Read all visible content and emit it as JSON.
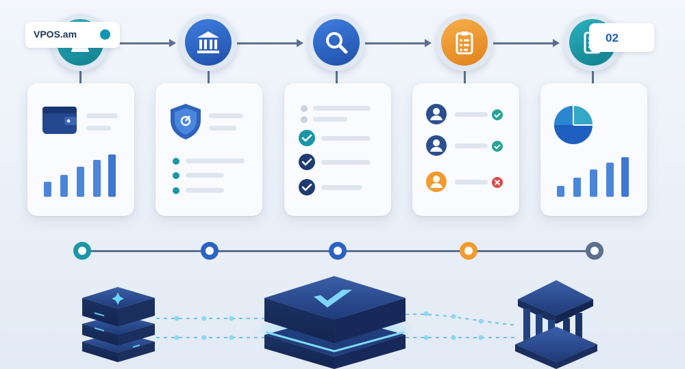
{
  "badges": {
    "brand": "VPOS.am",
    "number": "02"
  },
  "colors": {
    "teal": "#1a96a8",
    "blue": "#2b63c4",
    "orange": "#f29a2e",
    "dark_navy": "#1f3b73",
    "connector": "#5c6f8e",
    "accent_green": "#2aa397",
    "accent_red": "#e04848",
    "timeline_end": "#5c6f8e"
  },
  "steps": [
    {
      "icon": "user-icon",
      "color": "#1a96a8"
    },
    {
      "icon": "bank-icon",
      "color": "#2b63c4"
    },
    {
      "icon": "magnifier-icon",
      "color": "#2b63c4"
    },
    {
      "icon": "clipboard-icon",
      "color": "#f29a2e"
    },
    {
      "icon": "document-icon",
      "color": "#1a96a8"
    }
  ],
  "cards": [
    {
      "icons": [
        "wallet-icon",
        "bar-chart-icon"
      ],
      "bar_levels": [
        0.3,
        0.45,
        0.6,
        0.75,
        0.95
      ]
    },
    {
      "icons": [
        "shield-icon"
      ],
      "list_bullets": 3
    },
    {
      "icons": [
        "check-circle-icon"
      ],
      "checked_items": 3
    },
    {
      "icons": [
        "avatar-icon",
        "check-icon",
        "cross-icon"
      ],
      "statuses": [
        "approved",
        "approved",
        "rejected"
      ]
    },
    {
      "icons": [
        "pie-chart-icon",
        "bar-chart-icon"
      ],
      "bar_levels": [
        0.3,
        0.45,
        0.6,
        0.8,
        0.95
      ]
    }
  ],
  "timeline": [
    "#1a96a8",
    "#2b63c4",
    "#2b63c4",
    "#f29a2e",
    "#5c6f8e"
  ],
  "hardware": [
    "server-stack-icon",
    "v-logo-icon",
    "bank-building-icon"
  ]
}
